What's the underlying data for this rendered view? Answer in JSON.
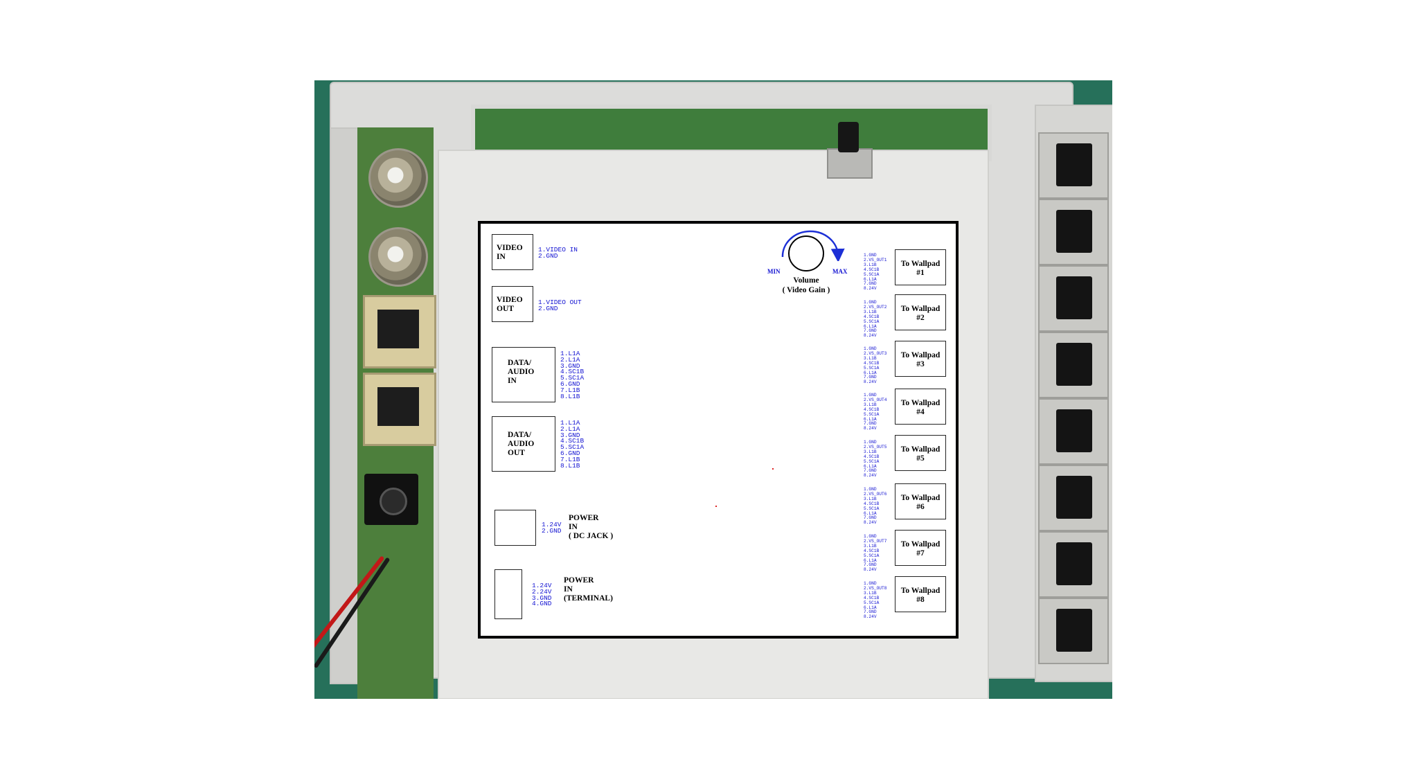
{
  "panel": {
    "volume": {
      "label": "Volume",
      "sublabel": "( Video Gain )",
      "min": "MIN",
      "max": "MAX"
    },
    "left_connectors": [
      {
        "id": "video-in",
        "label": "VIDEO\nIN",
        "pins": "1.VIDEO IN\n2.GND"
      },
      {
        "id": "video-out",
        "label": "VIDEO\nOUT",
        "pins": "1.VIDEO OUT\n2.GND"
      },
      {
        "id": "data-audio-in",
        "label": "DATA/\nAUDIO\nIN",
        "pins": "1.L1A\n2.L1A\n3.GND\n4.SC1B\n5.SC1A\n6.GND\n7.L1B\n8.L1B"
      },
      {
        "id": "data-audio-out",
        "label": "DATA/\nAUDIO\nOUT",
        "pins": "1.L1A\n2.L1A\n3.GND\n4.SC1B\n5.SC1A\n6.GND\n7.L1B\n8.L1B"
      },
      {
        "id": "power-dc",
        "label": "POWER\nIN\n( DC JACK )",
        "pins": "1.24V\n2.GND"
      },
      {
        "id": "power-terminal",
        "label": "POWER\nIN\n(TERMINAL)",
        "pins": "1.24V\n2.24V\n3.GND\n4.GND"
      }
    ],
    "wallpads": [
      {
        "label": "To Wallpad\n#1",
        "pins": "1.GND\n2.VS_OUT1\n3.L1B\n4.SC1B\n5.SC1A\n6.L1A\n7.GND\n8.24V"
      },
      {
        "label": "To Wallpad\n#2",
        "pins": "1.GND\n2.VS_OUT2\n3.L1B\n4.SC1B\n5.SC1A\n6.L1A\n7.GND\n8.24V"
      },
      {
        "label": "To Wallpad\n#3",
        "pins": "1.GND\n2.VS_OUT3\n3.L1B\n4.SC1B\n5.SC1A\n6.L1A\n7.GND\n8.24V"
      },
      {
        "label": "To Wallpad\n#4",
        "pins": "1.GND\n2.VS_OUT4\n3.L1B\n4.SC1B\n5.SC1A\n6.L1A\n7.GND\n8.24V"
      },
      {
        "label": "To Wallpad\n#5",
        "pins": "1.GND\n2.VS_OUT5\n3.L1B\n4.SC1B\n5.SC1A\n6.L1A\n7.GND\n8.24V"
      },
      {
        "label": "To Wallpad\n#6",
        "pins": "1.GND\n2.VS_OUT6\n3.L1B\n4.SC1B\n5.SC1A\n6.L1A\n7.GND\n8.24V"
      },
      {
        "label": "To Wallpad\n#7",
        "pins": "1.GND\n2.VS_OUT7\n3.L1B\n4.SC1B\n5.SC1A\n6.L1A\n7.GND\n8.24V"
      },
      {
        "label": "To Wallpad\n#8",
        "pins": "1.GND\n2.VS_OUT8\n3.L1B\n4.SC1B\n5.SC1A\n6.L1A\n7.GND\n8.24V"
      }
    ]
  },
  "colors": {
    "pin_text": "#1414d2",
    "pcb_bg": "#26705a",
    "housing": "#dcdcda",
    "arrow": "#1c2fd6"
  }
}
